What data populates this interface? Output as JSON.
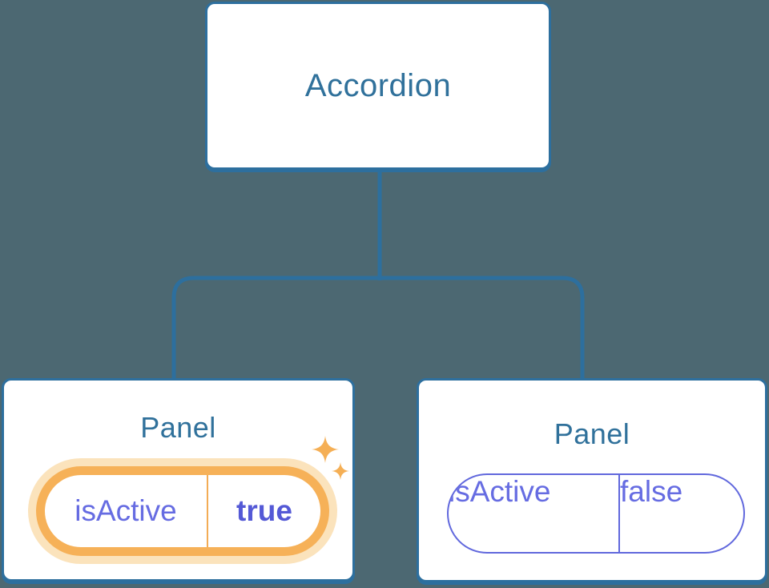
{
  "diagram": {
    "root": {
      "label": "Accordion"
    },
    "panels": [
      {
        "title": "Panel",
        "prop": "isActive",
        "value": "true",
        "highlighted": true
      },
      {
        "title": "Panel",
        "prop": "isActive",
        "value": "false",
        "highlighted": false
      }
    ]
  },
  "colors": {
    "background": "#4C6872",
    "node_border": "#2D6F9E",
    "node_text": "#30719B",
    "state_text": "#666CE2",
    "state_value_active": "#5459D6",
    "highlight_ring": "#F6B158",
    "highlight_halo": "#FBE3BC",
    "inactive_pill_border": "#6168DD",
    "sparkle": "#F5AF55"
  },
  "icons": {
    "sparkle_large": "sparkle-icon",
    "sparkle_small": "sparkle-icon"
  }
}
